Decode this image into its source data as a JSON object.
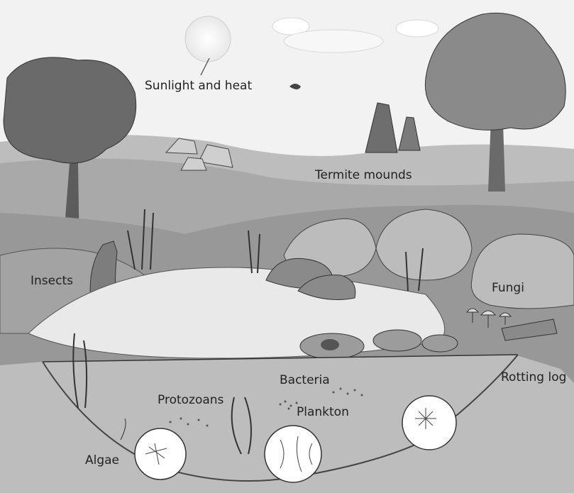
{
  "labels": {
    "sunlight": "Sunlight and heat",
    "termite": "Termite mounds",
    "insects": "Insects",
    "fungi": "Fungi",
    "bacteria": "Bacteria",
    "protozoans": "Protozoans",
    "plankton": "Plankton",
    "rotting_log": "Rotting log",
    "algae": "Algae"
  }
}
